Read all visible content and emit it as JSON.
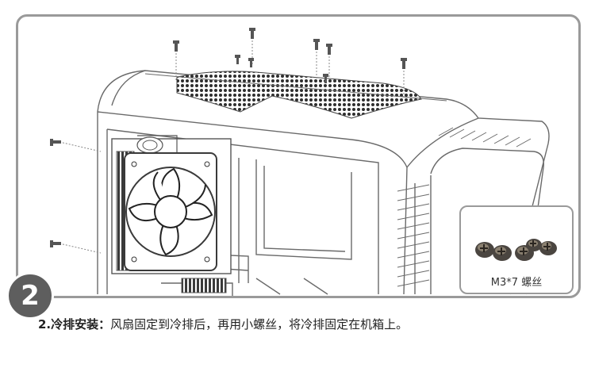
{
  "step": {
    "number": "2"
  },
  "inset": {
    "label": "M3*7 螺丝"
  },
  "caption": {
    "heading": "2.冷排安装：",
    "text": "风扇固定到冷排后，再用小螺丝，将冷排固定在机箱上。"
  },
  "colors": {
    "frame_border": "#9a9a9a",
    "badge": "#5e5e5e",
    "screw_metal": "#4a4540",
    "line_art": "#6a6a6a"
  }
}
